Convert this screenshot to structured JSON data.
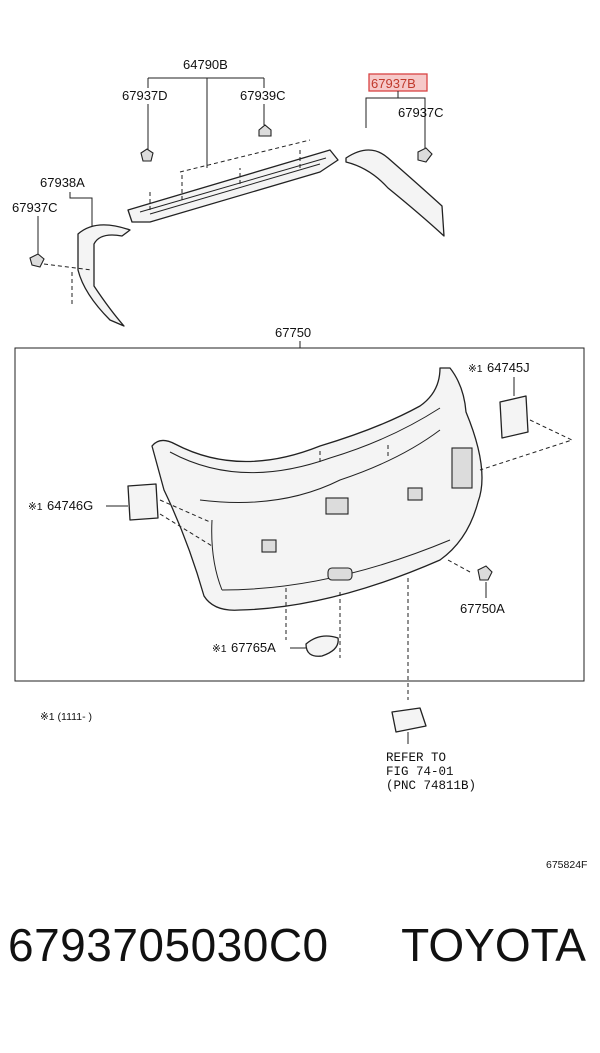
{
  "callouts": {
    "p64790B": "64790B",
    "p67937D": "67937D",
    "p67939C": "67939C",
    "p67937B": "67937B",
    "p67937C_right": "67937C",
    "p67938A": "67938A",
    "p67937C_left": "67937C",
    "p67750": "67750",
    "p64745J": "64745J",
    "p64746G": "64746G",
    "p67750A": "67750A",
    "p67765A": "67765A"
  },
  "note_mark": "※1",
  "footnote": "※1 (1111-      )",
  "refer": {
    "line1": "REFER TO",
    "line2": "FIG 74-01",
    "line3": "(PNC 74811B)"
  },
  "figure_code": "675824F",
  "part_number": "6793705030C0",
  "brand": "TOYOTA",
  "highlight_color": "#d94343"
}
